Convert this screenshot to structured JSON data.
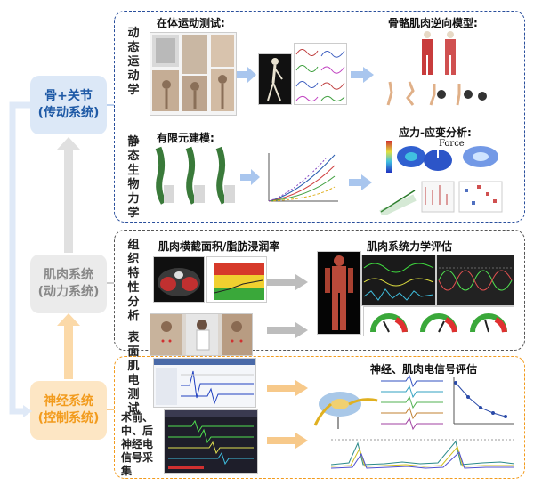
{
  "systems": {
    "bone": {
      "line1": "骨+关节",
      "line2": "(传动系统)",
      "bg": "#dce8f7",
      "fg": "#1f5aa6"
    },
    "muscle": {
      "line1": "肌肉系统",
      "line2": "(动力系统)",
      "bg": "#ebebeb",
      "fg": "#888888"
    },
    "nerve": {
      "line1": "神经系统",
      "line2": "(控制系统)",
      "bg": "#fde6c4",
      "fg": "#f29b1d"
    }
  },
  "panels": {
    "bone": {
      "border": "#2a4f9c",
      "dynamic": {
        "label": "动态运动学",
        "title": "在体运动测试:",
        "result": "骨骼肌肉逆向模型:"
      },
      "static": {
        "label": "静态生物力学",
        "title": "有限元建模:",
        "result": "应力-应变分析:",
        "force_text": "Force"
      }
    },
    "muscle": {
      "border": "#555555",
      "tissue": {
        "label": "组织特性分析",
        "title": "肌肉横截面积/脂肪浸润率",
        "result": "肌肉系统力学评估"
      },
      "emg": {
        "label": "表面肌电测试"
      }
    },
    "nerve": {
      "border": "#f29b1d",
      "title": "神经、肌肉电信号评估",
      "periop": {
        "label": "术前、中、后神经电信号采集"
      }
    }
  },
  "colors": {
    "arrow_blue": "#a9c6ee",
    "arrow_gray": "#bdbdbd",
    "arrow_orange": "#f7c98a"
  }
}
